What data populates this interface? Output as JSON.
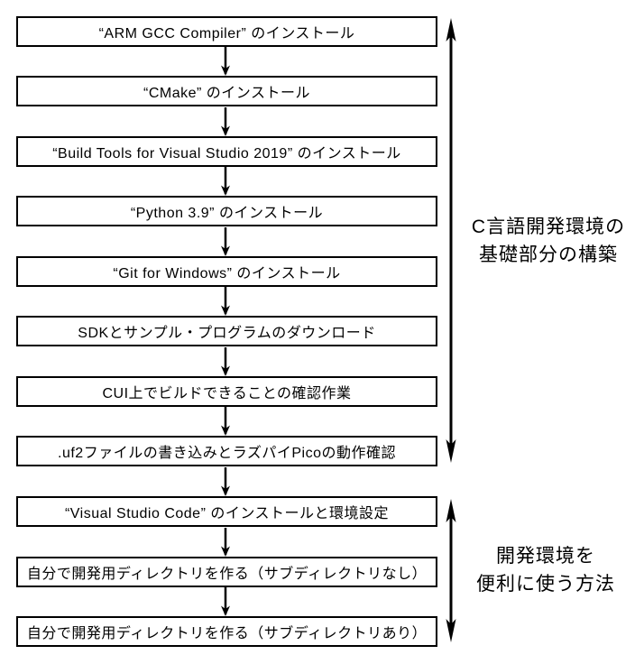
{
  "figure": {
    "background_color": "#ffffff",
    "stroke_color": "#000000",
    "steps": [
      {
        "label": "“ARM GCC Compiler” のインストール"
      },
      {
        "label": "“CMake” のインストール"
      },
      {
        "label": "“Build Tools for Visual Studio 2019” のインストール"
      },
      {
        "label": "“Python 3.9” のインストール"
      },
      {
        "label": "“Git for Windows” のインストール"
      },
      {
        "label": "SDKとサンプル・プログラムのダウンロード"
      },
      {
        "label": "CUI上でビルドできることの確認作業"
      },
      {
        "label": ".uf2ファイルの書き込みとラズパイPicoの動作確認"
      },
      {
        "label": "“Visual Studio Code” のインストールと環境設定"
      },
      {
        "label": "自分で開発用ディレクトリを作る（サブディレクトリなし）"
      },
      {
        "label": "自分で開発用ディレクトリを作る（サブディレクトリあり）"
      }
    ],
    "groups": [
      {
        "line1": "C言語開発環境の",
        "line2": "基礎部分の構築"
      },
      {
        "line1": "開発環境を",
        "line2": "便利に使う方法"
      }
    ],
    "icons": {
      "connector": "down-arrow",
      "group_span": "double-headed-vertical-arrow"
    }
  }
}
